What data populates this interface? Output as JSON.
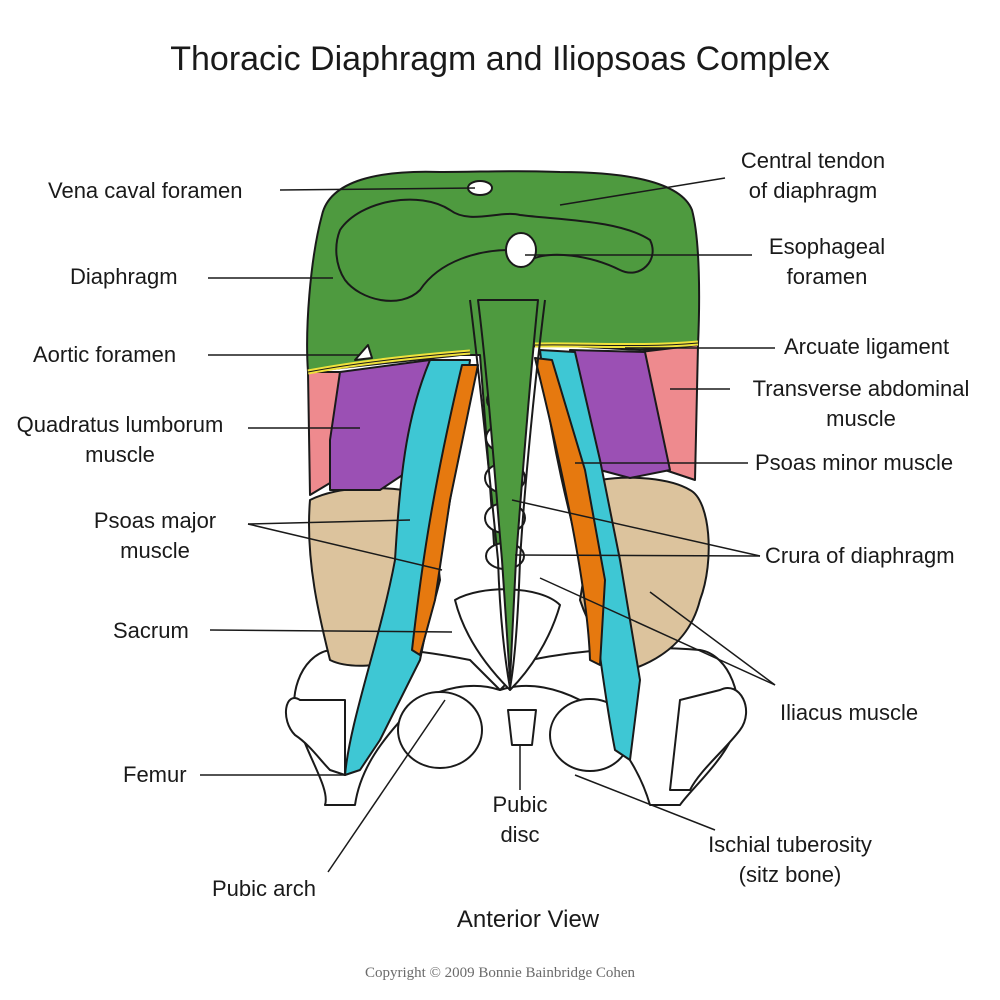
{
  "title": "Thoracic Diaphragm and Iliopsoas Complex",
  "view": "Anterior View",
  "copyright": "Copyright © 2009 Bonnie Bainbridge Cohen",
  "labels": {
    "vena_caval_foramen": "Vena caval foramen",
    "diaphragm": "Diaphragm",
    "aortic_foramen": "Aortic foramen",
    "quadratus_1": "Quadratus lumborum",
    "quadratus_2": "muscle",
    "psoas_major_1": "Psoas major",
    "psoas_major_2": "muscle",
    "sacrum": "Sacrum",
    "femur": "Femur",
    "pubic_arch": "Pubic arch",
    "pubic_disc_1": "Pubic",
    "pubic_disc_2": "disc",
    "central_tendon_1": "Central tendon",
    "central_tendon_2": "of diaphragm",
    "esophageal_1": "Esophageal",
    "esophageal_2": "foramen",
    "arcuate": "Arcuate ligament",
    "transverse_1": "Transverse abdominal",
    "transverse_2": "muscle",
    "psoas_minor": "Psoas minor muscle",
    "crura": "Crura of diaphragm",
    "iliacus": "Iliacus muscle",
    "ischial_1": "Ischial tuberosity",
    "ischial_2": "(sitz bone)"
  },
  "colors": {
    "diaphragm": "#4e9a3f",
    "quadratus": "#9b50b4",
    "transverse": "#ee8a8e",
    "psoas_major": "#3ec7d4",
    "psoas_minor": "#e6790f",
    "iliacus": "#dcc39d",
    "arcuate": "#f0e23c",
    "bone": "#ffffff"
  }
}
